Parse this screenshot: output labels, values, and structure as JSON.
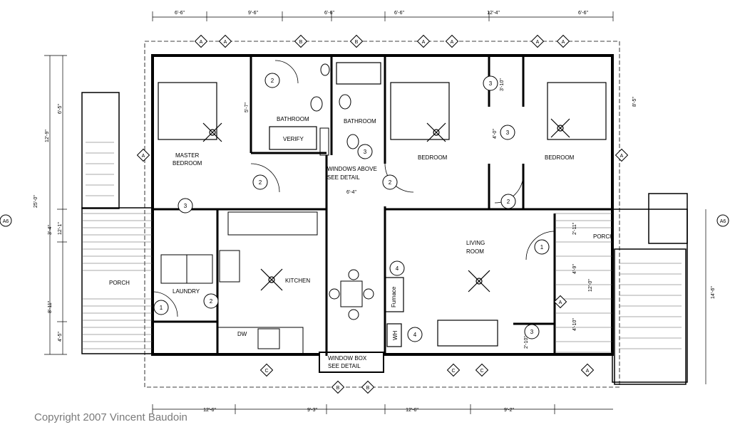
{
  "rooms": {
    "master_bedroom_line1": "MASTER",
    "master_bedroom_line2": "BEDROOM",
    "bathroom_left": "BATHROOM",
    "bathroom_right": "BATHROOM",
    "bedroom_center": "BEDROOM",
    "bedroom_right": "BEDROOM",
    "kitchen": "KITCHEN",
    "laundry": "LAUNDRY",
    "porch_left": "PORCH",
    "porch_right": "PORCH",
    "living_line1": "LIVING",
    "living_line2": "ROOM"
  },
  "notes": {
    "windows_above_1": "WINDOWS ABOVE",
    "windows_above_2": "SEE DETAIL",
    "window_box_1": "WINDOW BOX",
    "window_box_2": "SEE DETAIL",
    "verify": "VERIFY",
    "dw": "DW",
    "wh": "WH",
    "furnace": "Furnace"
  },
  "dimensions": {
    "top": [
      "6'-6\"",
      "9'-6\"",
      "6'-6\"",
      "6'-6\"",
      "12'-4\"",
      "6'-6\""
    ],
    "left": [
      "25'-0\"",
      "12'-9\"",
      "12'-1\"",
      "3'-4\"",
      "6'-5\"",
      "8'-11\"",
      "4'-5\""
    ],
    "right_porch": "14'-6\"",
    "bottom": [
      "12'-6\"",
      "9'-3\"",
      "12'-6\"",
      "9'-2\""
    ],
    "hall": "6'-4\"",
    "misc": [
      "5'-7\"",
      "3'-10\"",
      "4'-0\"",
      "2'-11\"",
      "4'-9\"",
      "12'-0\"",
      "4'-10\"",
      "2'-10\"",
      "8'-5\""
    ]
  },
  "markers": {
    "door_tags": [
      "1",
      "2",
      "3",
      "4"
    ],
    "section_a": "A",
    "section_b": "B",
    "section_c": "C",
    "elevation_ref": "A6"
  },
  "copyright": "Copyright 2007 Vincent Baudoin"
}
